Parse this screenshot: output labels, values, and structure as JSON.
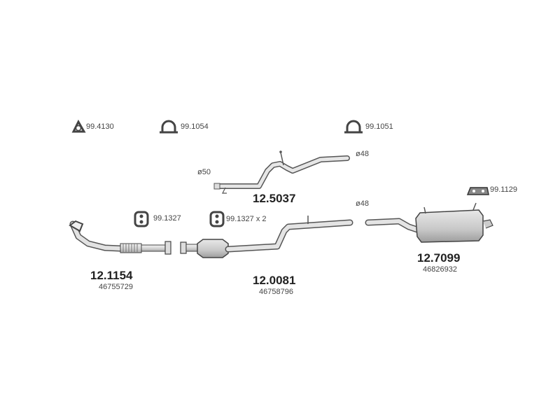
{
  "parts": {
    "clamp_1": "99.4130",
    "clamp_2": "99.1054",
    "clamp_3": "99.1051",
    "mount_1": "99.1327",
    "mount_2": "99.1327 x 2",
    "mount_3": "99.1129",
    "center_pipe_code": "12.5037",
    "front_pipe_code": "12.1154",
    "front_pipe_oem": "46755729",
    "cat_code": "12.0081",
    "cat_oem": "46758796",
    "rear_muffler_code": "12.7099",
    "rear_muffler_oem": "46826932"
  },
  "diameters": {
    "center_pipe_outlet": "ø48",
    "center_pipe_inlet": "ø50",
    "cat_outlet": "ø48"
  },
  "colors": {
    "line": "#555555",
    "fill_light": "#dcdcdc",
    "fill_mid": "#bdbdbd"
  }
}
